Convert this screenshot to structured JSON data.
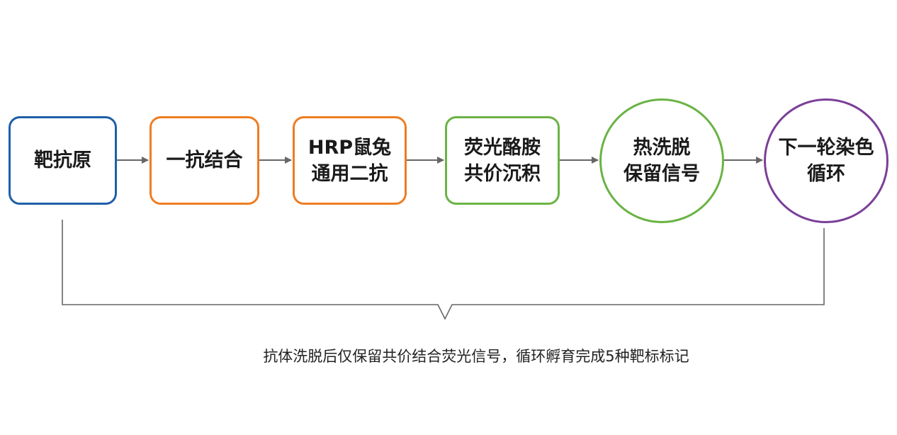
{
  "steps": [
    {
      "id": "antigen",
      "lines": [
        "靶抗原"
      ],
      "color": "#1f5fa8",
      "shape": "box"
    },
    {
      "id": "primary-antibody",
      "lines": [
        "一抗结合"
      ],
      "color": "#ee7d22",
      "shape": "box"
    },
    {
      "id": "secondary-antibody",
      "lines": [
        "HRP鼠兔",
        "通用二抗"
      ],
      "color": "#ee7d22",
      "shape": "box"
    },
    {
      "id": "tyramide-deposition",
      "lines": [
        "荧光酪胺",
        "共价沉积"
      ],
      "color": "#6ab344",
      "shape": "box"
    },
    {
      "id": "heat-elution",
      "lines": [
        "热洗脱",
        "保留信号"
      ],
      "color": "#6ab344",
      "shape": "circle"
    },
    {
      "id": "next-round",
      "lines": [
        "下一轮染色",
        "循环"
      ],
      "color": "#7b3f98",
      "shape": "circle"
    }
  ],
  "connector_color": "#666666",
  "caption": "抗体洗脱后仅保留共价结合荧光信号，循环孵育完成5种靶标标记"
}
